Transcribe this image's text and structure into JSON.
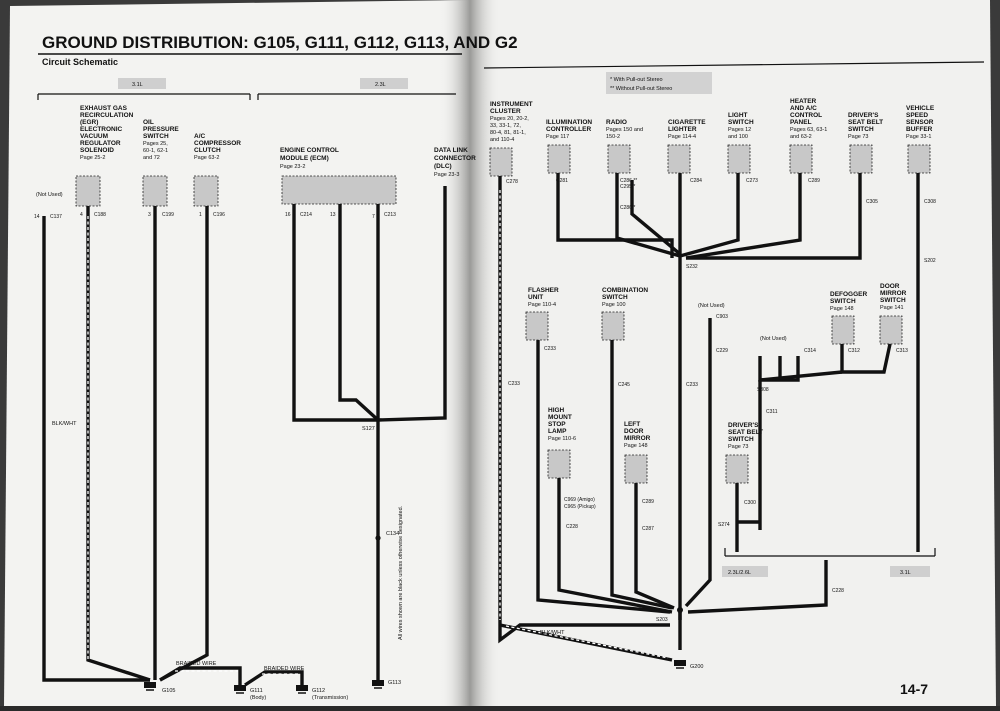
{
  "page": {
    "title": "GROUND DISTRIBUTION: G105, G111, G112, G113, AND G2",
    "subtitle": "Circuit Schematic",
    "page_number": "14-7",
    "note_stereo_1": "* With Pull-out Stereo",
    "note_stereo_2": "** Without Pull-out Stereo",
    "note_wires": "All wires shown are black unless otherwise designated."
  },
  "engines": {
    "e31": "3.1L",
    "e23": "2.3L",
    "e2326": "2.3L/2.6L",
    "e31b": "3.1L"
  },
  "left_components": [
    {
      "id": "egr",
      "lines": [
        "EXHAUST GAS",
        "RECIRCULATION",
        "(EGR)",
        "ELECTRONIC",
        "VACUUM",
        "REGULATOR",
        "SOLENOID"
      ],
      "page": "Page 25-2"
    },
    {
      "id": "oil",
      "lines": [
        "OIL",
        "PRESSURE",
        "SWITCH"
      ],
      "page": "Pages 25,",
      "page2": "60-1, 62-1",
      "page3": "and 72"
    },
    {
      "id": "ac",
      "lines": [
        "A/C",
        "COMPRESSOR",
        "CLUTCH"
      ],
      "page": "Page 63-2"
    },
    {
      "id": "ecm",
      "lines": [
        "ENGINE CONTROL",
        "MODULE (ECM)"
      ],
      "page": "Page 23-2"
    },
    {
      "id": "dlc",
      "lines": [
        "DATA LINK",
        "CONNECTOR",
        "(DLC)"
      ],
      "page": "Page 23-3"
    }
  ],
  "right_top_components": [
    {
      "id": "ic",
      "lines": [
        "INSTRUMENT",
        "CLUSTER"
      ],
      "page": "Pages 20, 20-2,",
      "page2": "33, 33-1, 72,",
      "page3": "80-4, 81, 81-1,",
      "page4": "and 110-4"
    },
    {
      "id": "illum",
      "lines": [
        "ILLUMINATION",
        "CONTROLLER"
      ],
      "page": "Page 117"
    },
    {
      "id": "radio",
      "lines": [
        "RADIO"
      ],
      "page": "Pages 150 and",
      "page2": "150-2"
    },
    {
      "id": "cig",
      "lines": [
        "CIGARETTE",
        "LIGHTER"
      ],
      "page": "Page 114-4"
    },
    {
      "id": "light",
      "lines": [
        "LIGHT",
        "SWITCH"
      ],
      "page": "Pages 12",
      "page2": "and 100"
    },
    {
      "id": "hvac",
      "lines": [
        "HEATER",
        "AND A/C",
        "CONTROL",
        "PANEL"
      ],
      "page": "Pages 63, 63-1",
      "page2": "and 63-2"
    },
    {
      "id": "seatbelt1",
      "lines": [
        "DRIVER'S",
        "SEAT BELT",
        "SWITCH"
      ],
      "page": "Page 73"
    },
    {
      "id": "vss",
      "lines": [
        "VEHICLE",
        "SPEED",
        "SENSOR",
        "BUFFER"
      ],
      "page": "Page 33-1"
    }
  ],
  "right_mid_components": [
    {
      "id": "flasher",
      "lines": [
        "FLASHER",
        "UNIT"
      ],
      "page": "Page 110-4"
    },
    {
      "id": "combo",
      "lines": [
        "COMBINATION",
        "SWITCH"
      ],
      "page": "Page 100"
    },
    {
      "id": "defog",
      "lines": [
        "DEFOGGER",
        "SWITCH"
      ],
      "page": "Page 148"
    },
    {
      "id": "mirrorsw",
      "lines": [
        "DOOR",
        "MIRROR",
        "SWITCH"
      ],
      "page": "Page 141"
    },
    {
      "id": "chmsl",
      "lines": [
        "HIGH",
        "MOUNT",
        "STOP",
        "LAMP"
      ],
      "page": "Page 110-6"
    },
    {
      "id": "ldm",
      "lines": [
        "LEFT",
        "DOOR",
        "MIRROR"
      ],
      "page": "Page 148"
    },
    {
      "id": "seatbelt2",
      "lines": [
        "DRIVER'S",
        "SEAT BELT",
        "SWITCH"
      ],
      "page": "Page 73"
    }
  ],
  "labels": {
    "not_used": "(Not Used)",
    "not_used2": "(Not Used)",
    "not_used3": "(Not Used)",
    "blk_wht": "BLK/WHT",
    "blk_wht2": "BLK/WHT",
    "braided1": "BRAIDED WIRE",
    "braided2": "BRAIDED WIRE",
    "g105": "G105",
    "g111": "G111",
    "g111_sub": "(Body)",
    "g112": "G112",
    "g112_sub": "(Transmission)",
    "g113": "G113",
    "g200": "G200",
    "s127": "S127",
    "s203": "S203",
    "s202": "S202",
    "s232": "S232",
    "s308": "S308",
    "s274": "S274",
    "c134": "C134",
    "c969": "C969 (Amigo)",
    "c965": "C965 (Pickup)"
  }
}
